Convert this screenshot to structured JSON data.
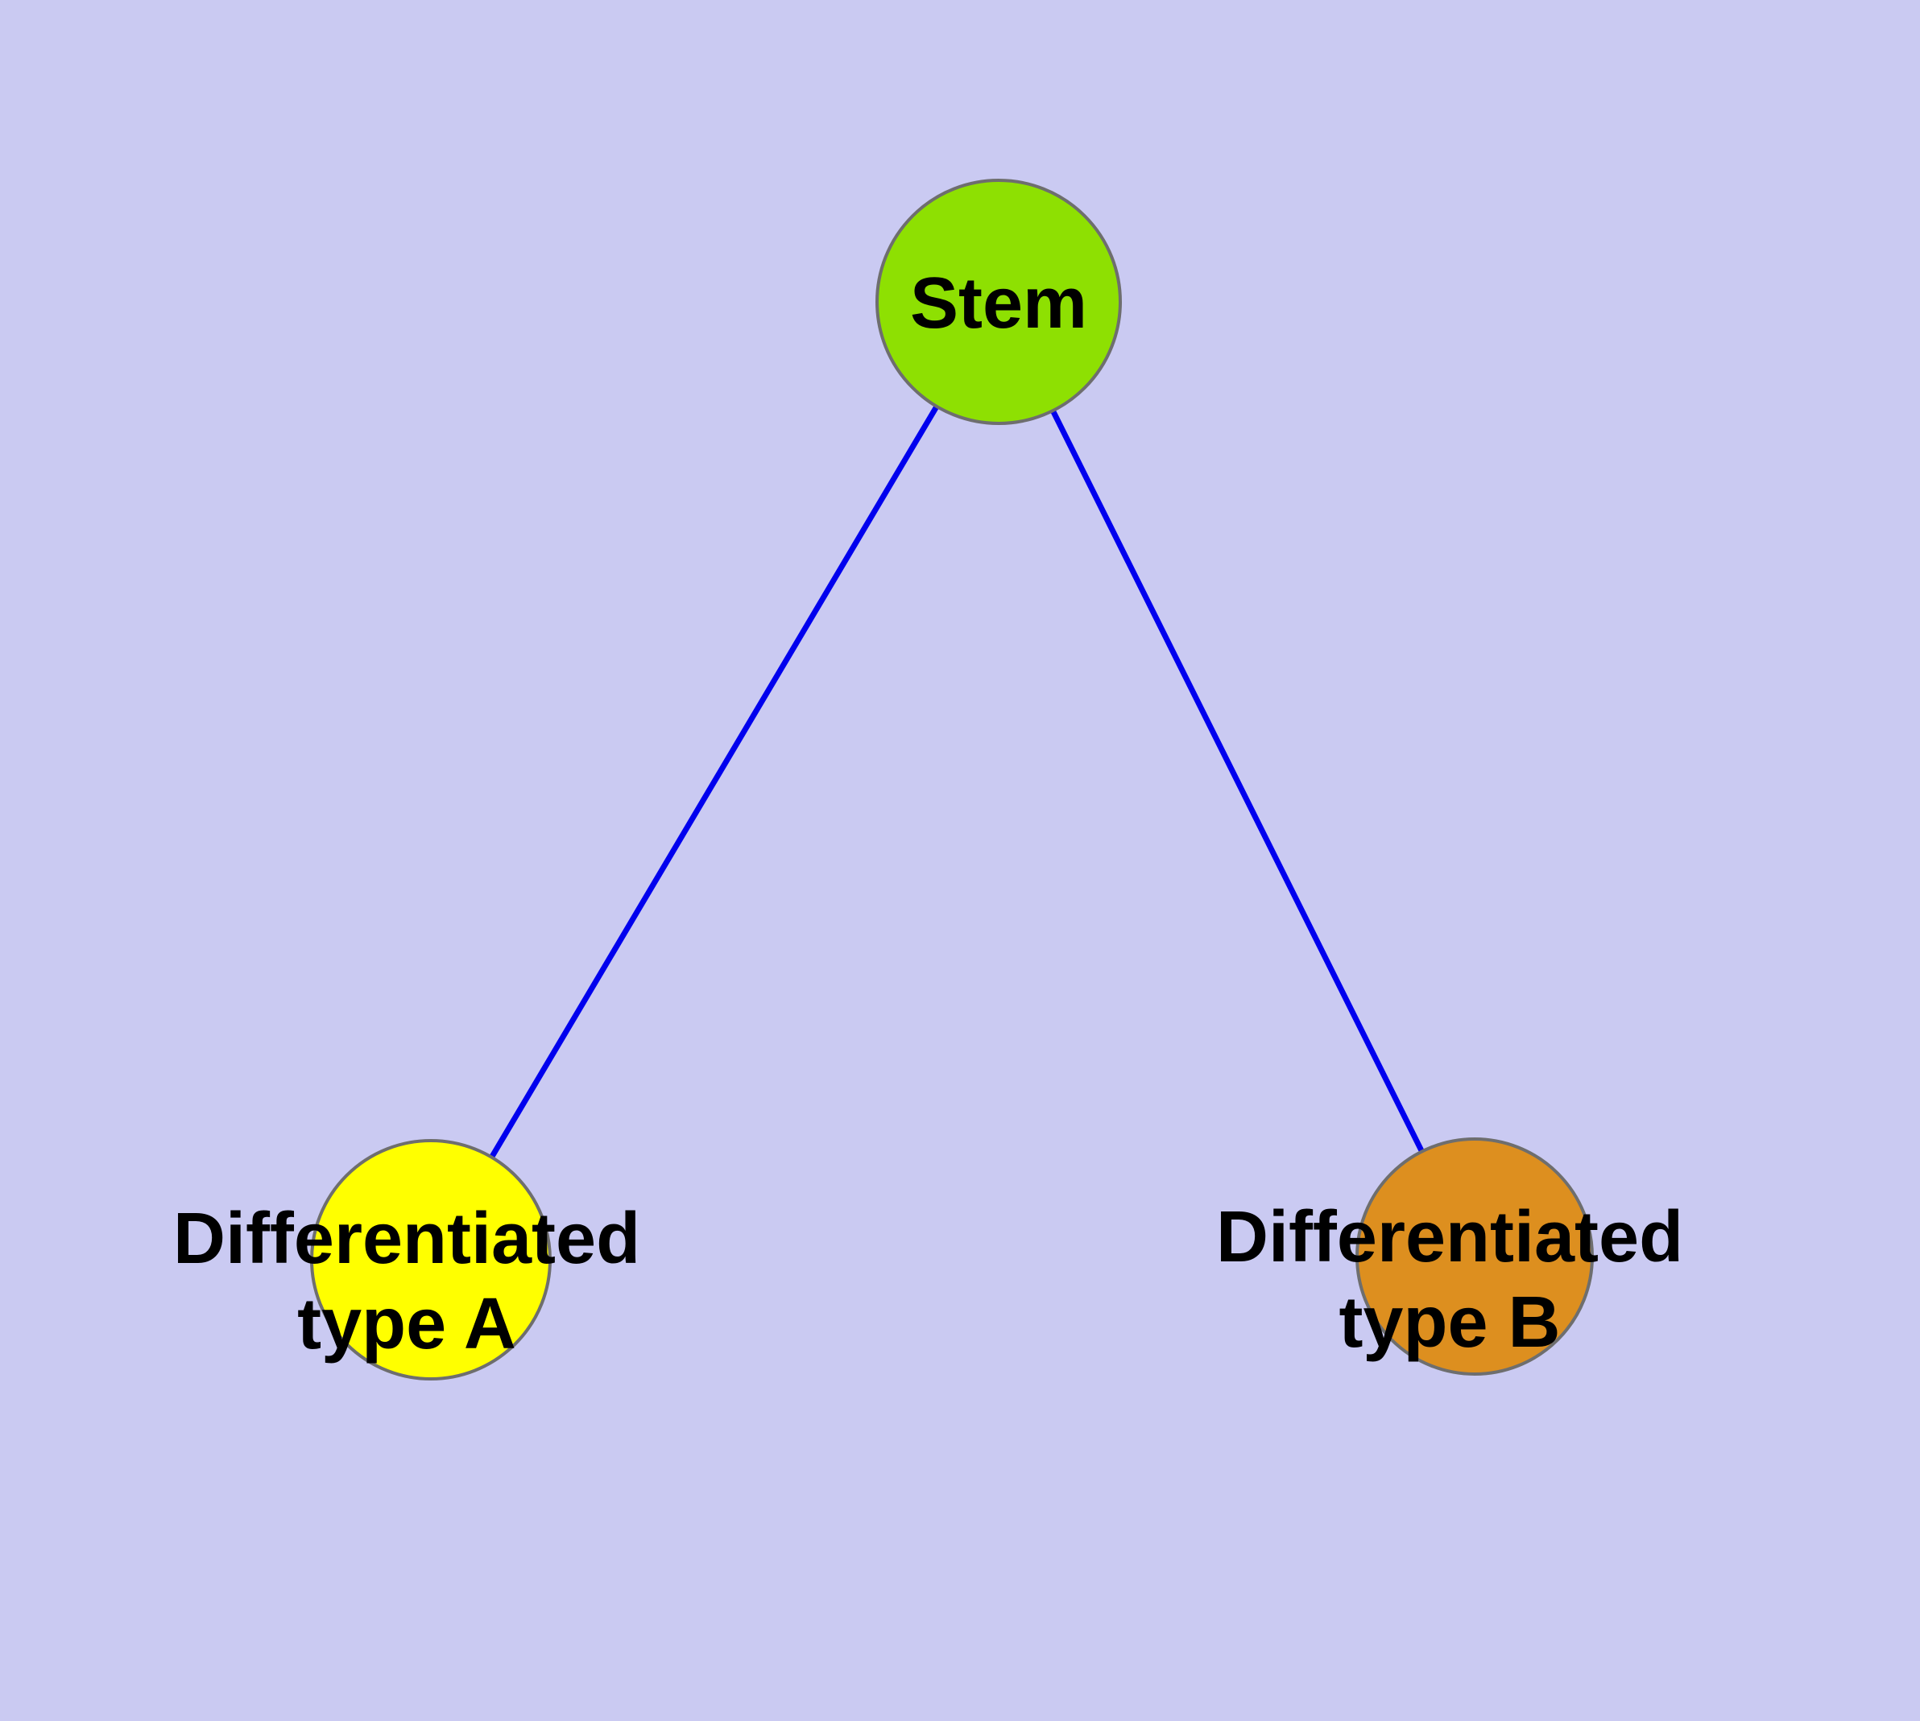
{
  "diagram": {
    "background_color": "#cacaf2",
    "text_color": "#000000",
    "nodes": [
      {
        "id": "stem",
        "label": "Stem",
        "fill": "#8ee002",
        "border": "#6e6e6e"
      },
      {
        "id": "differentiated-type-a",
        "label_line1": "Differentiated",
        "label_line2": "type A",
        "fill": "#ffff00",
        "border": "#6e6e6e"
      },
      {
        "id": "differentiated-type-b",
        "label_line1": "Differentiated",
        "label_line2": "type B",
        "fill": "#dd8f1f",
        "border": "#6e6e6e"
      }
    ],
    "edges": [
      {
        "from": "stem",
        "to": "differentiated-type-a",
        "color": "#0000ee"
      },
      {
        "from": "stem",
        "to": "differentiated-type-b",
        "color": "#0000ee"
      }
    ]
  }
}
